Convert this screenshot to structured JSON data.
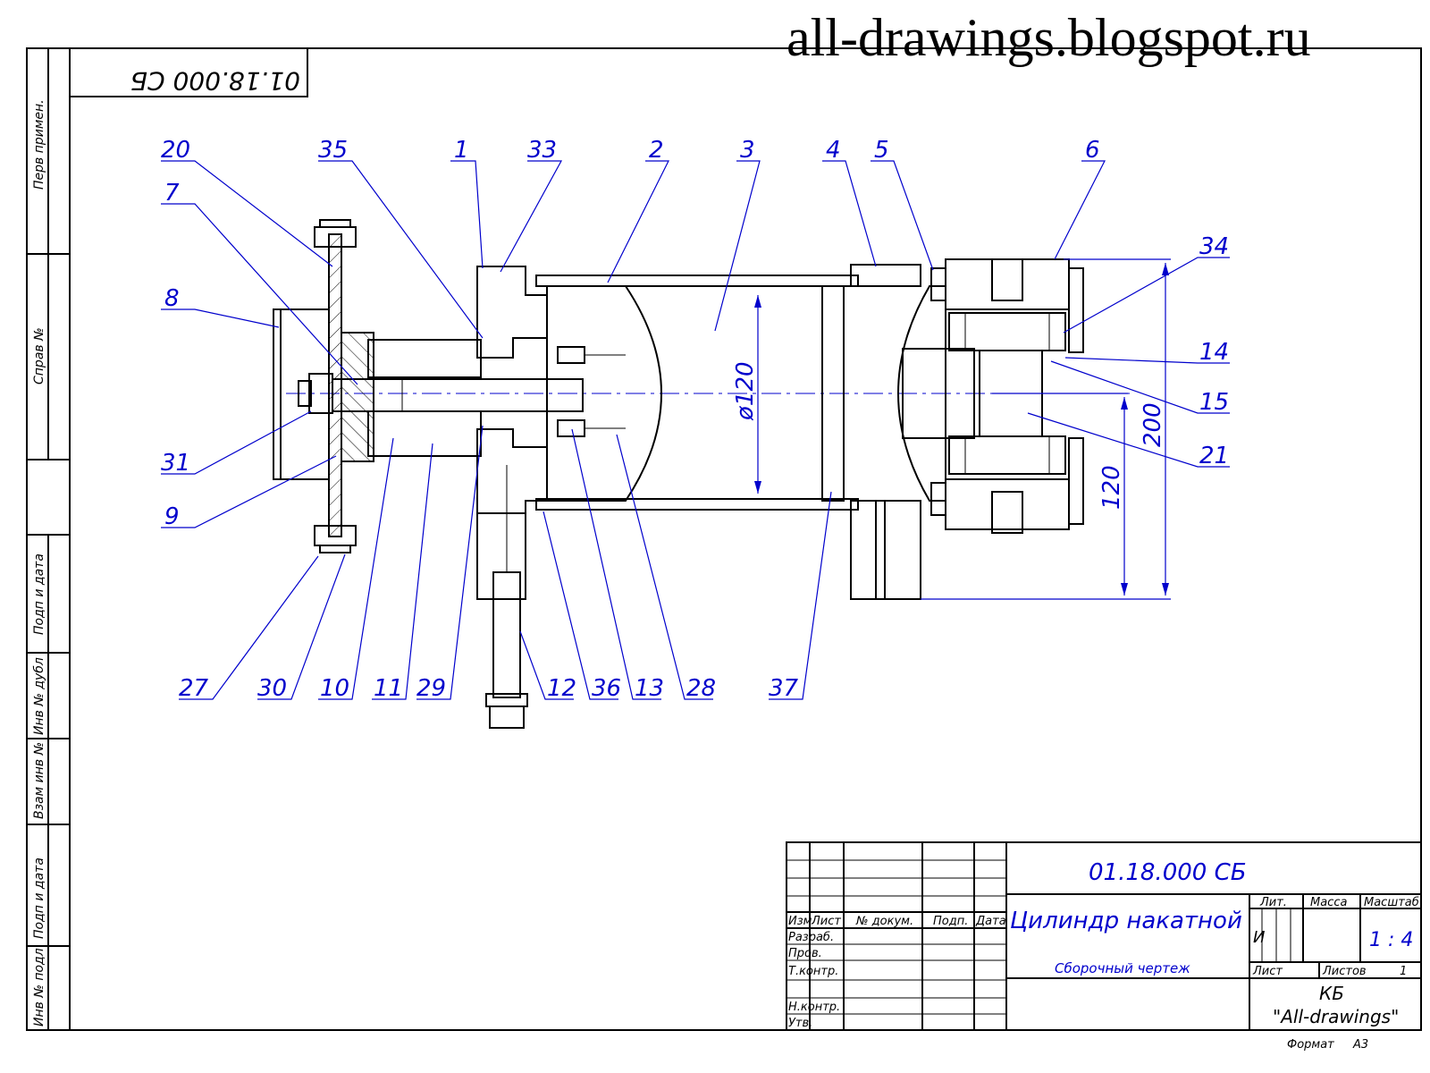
{
  "watermark": "all-drawings.blogspot.ru",
  "rotated_code": "01.18.000 СБ",
  "side_labels": [
    "Перв примен.",
    "Справ №",
    "Подп и дата",
    "Инв № дубл",
    "Взам инв №",
    "Подп и дата",
    "Инв № подл"
  ],
  "callouts": {
    "top": [
      "20",
      "35",
      "1",
      "33",
      "2",
      "3",
      "4",
      "5",
      "6"
    ],
    "left": [
      "7",
      "8",
      "31",
      "9"
    ],
    "right": [
      "34",
      "14",
      "15",
      "21"
    ],
    "bottom": [
      "27",
      "30",
      "10",
      "11",
      "29",
      "12",
      "36",
      "13",
      "28",
      "37"
    ]
  },
  "dimensions": {
    "bore": "ø120",
    "height_total": "200",
    "height_axis": "120"
  },
  "title_block": {
    "doc_code": "01.18.000 СБ",
    "title": "Цилиндр накатной",
    "subtitle": "Сборочный чертеж",
    "headers": {
      "izm": "Изм",
      "list": "Лист",
      "doc_no": "№ докум.",
      "sign": "Подп.",
      "date": "Дата"
    },
    "rows": [
      "Разраб.",
      "Пров.",
      "Т.контр.",
      "",
      "Н.контр.",
      "Утв."
    ],
    "lit_label": "Лит.",
    "mass_label": "Масса",
    "scale_label": "Масштаб",
    "lit_value": "И",
    "scale_value": "1 : 4",
    "sheet_label": "Лист",
    "sheets_label": "Листов",
    "sheets_value": "1",
    "org_line1": "КБ",
    "org_line2": "\"All-drawings\"",
    "format_label": "Формат",
    "format_value": "А3"
  }
}
